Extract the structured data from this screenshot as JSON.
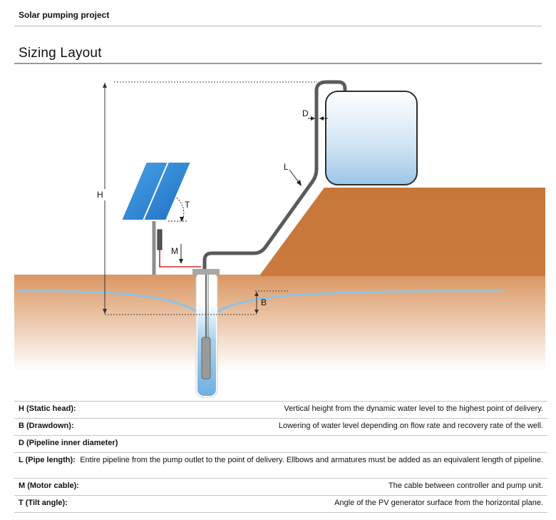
{
  "header": {
    "project": "Solar pumping project",
    "section_title": "Sizing Layout"
  },
  "diagram": {
    "labels": {
      "H": "H",
      "B": "B",
      "D": "D",
      "L": "L",
      "M": "M",
      "T": "T"
    },
    "colors": {
      "soil": "#c97a3c",
      "water": "#8fc3e3",
      "panel": "#2f86d6",
      "pipe": "#555555",
      "cable": "#cc2a2a"
    }
  },
  "definitions": [
    {
      "term": "H (Static head):",
      "desc": "Vertical height from the dynamic water level to the highest point of delivery."
    },
    {
      "term": "B (Drawdown):",
      "desc": "Lowering of water level depending on flow rate and recovery rate of the well."
    },
    {
      "term": "D (Pipeline inner diameter)",
      "desc": ""
    },
    {
      "term": "L (Pipe length):",
      "desc": "Entire pipeline from the pump outlet to the point of delivery. Ellbows and armatures must be added as an equivalent length of pipeline."
    },
    {
      "term": "M (Motor cable):",
      "desc": "The cable between controller and pump unit."
    },
    {
      "term": "T (Tilt angle):",
      "desc": "Angle of the PV generator surface from the horizontal plane."
    }
  ]
}
